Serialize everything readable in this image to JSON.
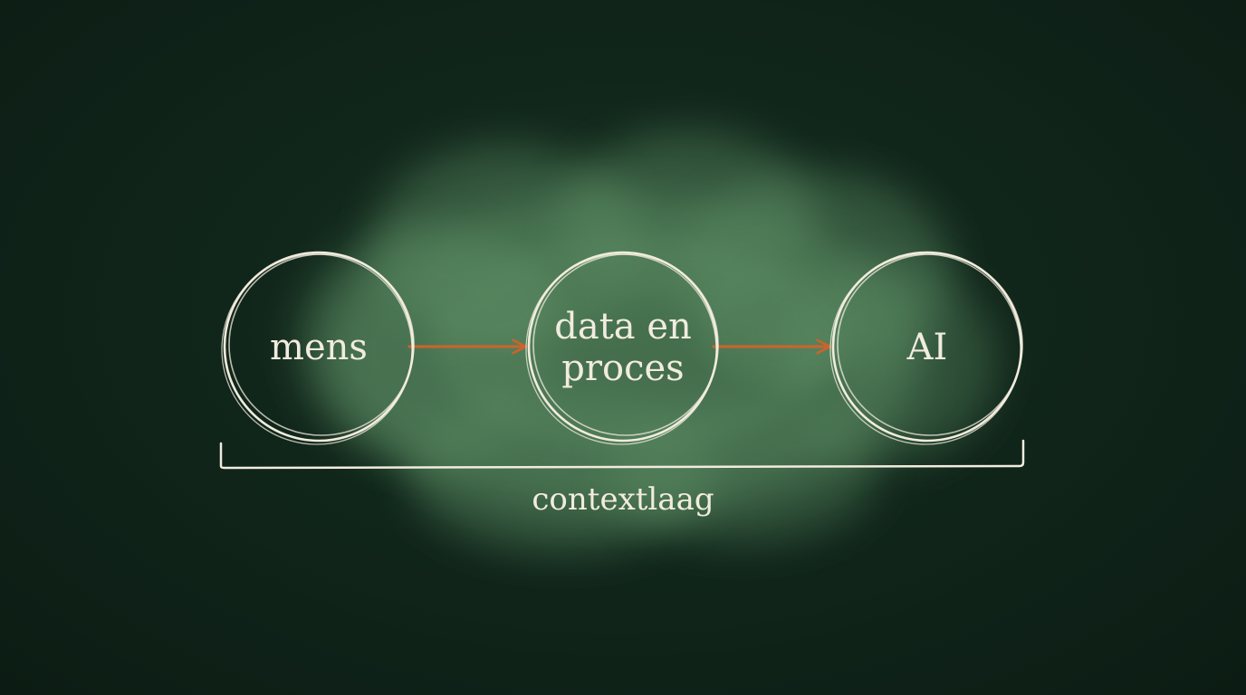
{
  "colors": {
    "background": "#0f2219",
    "cloud": "#5a8a62",
    "outline": "#f1ecde",
    "arrow": "#c8642e"
  },
  "nodes": [
    {
      "id": "mens",
      "lines": [
        "mens"
      ]
    },
    {
      "id": "data-en-proces",
      "lines": [
        "data en",
        "proces"
      ]
    },
    {
      "id": "ai",
      "lines": [
        "AI"
      ]
    }
  ],
  "edges": [
    {
      "from": "mens",
      "to": "data-en-proces"
    },
    {
      "from": "data-en-proces",
      "to": "ai"
    }
  ],
  "bracket": {
    "label": "contextlaag"
  }
}
